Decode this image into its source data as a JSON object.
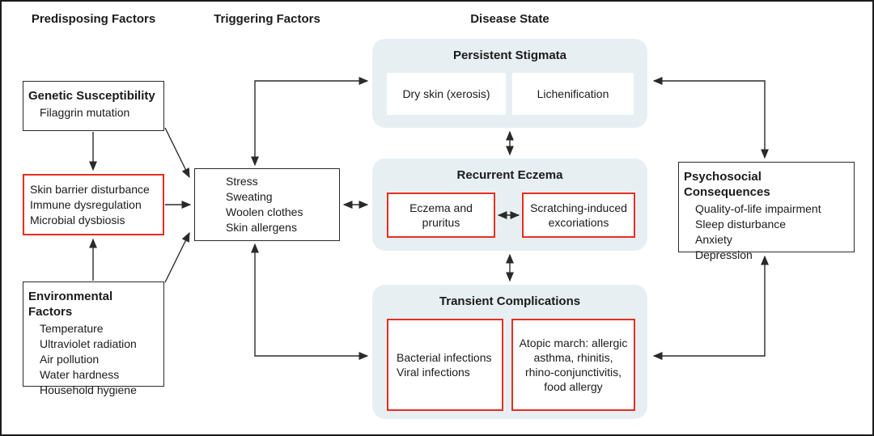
{
  "headers": {
    "predisposing": "Predisposing Factors",
    "triggering": "Triggering Factors",
    "disease": "Disease State"
  },
  "genetic": {
    "title": "Genetic Susceptibility",
    "item": "Filaggrin mutation"
  },
  "pathogenesis": {
    "lines": [
      "Skin barrier disturbance",
      "Immune dysregulation",
      "Microbial dysbiosis"
    ]
  },
  "environmental": {
    "title": "Environmental Factors",
    "items": [
      "Temperature",
      "Ultraviolet radiation",
      "Air pollution",
      "Water hardness",
      "Household hygiene"
    ]
  },
  "triggers": {
    "items": [
      "Stress",
      "Sweating",
      "Woolen clothes",
      "Skin allergens"
    ]
  },
  "disease": {
    "stigmata": {
      "title": "Persistent Stigmata",
      "left": "Dry skin (xerosis)",
      "right": "Lichenification"
    },
    "eczema": {
      "title": "Recurrent Eczema",
      "left": "Eczema and pruritus",
      "right": "Scratching-induced excoriations"
    },
    "complications": {
      "title": "Transient Complications",
      "left_lines": [
        "Bacterial infections",
        "Viral infections"
      ],
      "right": "Atopic march: allergic asthma, rhinitis, rhino-conjunctivitis, food allergy"
    }
  },
  "psychosocial": {
    "title": "Psychosocial Consequences",
    "items": [
      "Quality-of-life impairment",
      "Sleep disturbance",
      "Anxiety",
      "Depression"
    ]
  },
  "colors": {
    "red": "#e62e20",
    "panel": "#e7eff3",
    "line": "#2a2a2a"
  }
}
